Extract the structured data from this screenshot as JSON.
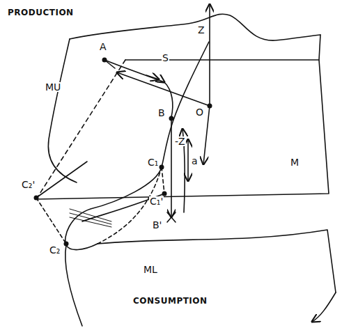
{
  "diagram": {
    "labels": [
      "PRODUCTION",
      "Z",
      "-Z",
      "S",
      "O",
      "A",
      "B",
      "B'",
      "a",
      "C₁",
      "C₁'",
      "C₂'",
      "C₂",
      "MU",
      "M",
      "ML",
      "CONSUMPTION"
    ]
  }
}
